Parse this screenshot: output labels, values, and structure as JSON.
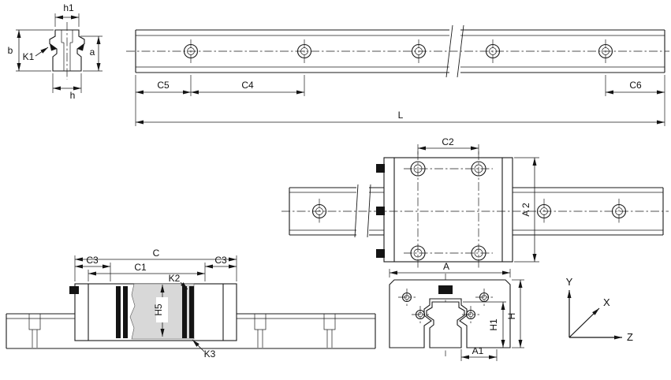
{
  "colors": {
    "line": "#1a1a1a",
    "section_fill": "#d8d8d8",
    "background": "#ffffff"
  },
  "views": {
    "rail_cross_section": {
      "dims": {
        "h1": "h1",
        "b": "b",
        "k1": "K1",
        "a": "a",
        "h": "h"
      }
    },
    "rail_side_view": {
      "dims": {
        "c5": "C5",
        "c4": "C4",
        "c6": "C6",
        "l": "L"
      }
    },
    "carriage_top_view": {
      "dims": {
        "c2": "C2",
        "a2": "A 2"
      }
    },
    "carriage_side_view": {
      "dims": {
        "c3_left": "C3",
        "c": "C",
        "c1": "C1",
        "k2": "K2",
        "c3_right": "C3",
        "h5": "H5",
        "k3": "K3"
      }
    },
    "carriage_end_view": {
      "dims": {
        "a": "A",
        "h1": "H1",
        "h": "H",
        "a1": "A1"
      }
    },
    "coordinate_axes": {
      "y": "Y",
      "x": "X",
      "z": "Z"
    }
  }
}
